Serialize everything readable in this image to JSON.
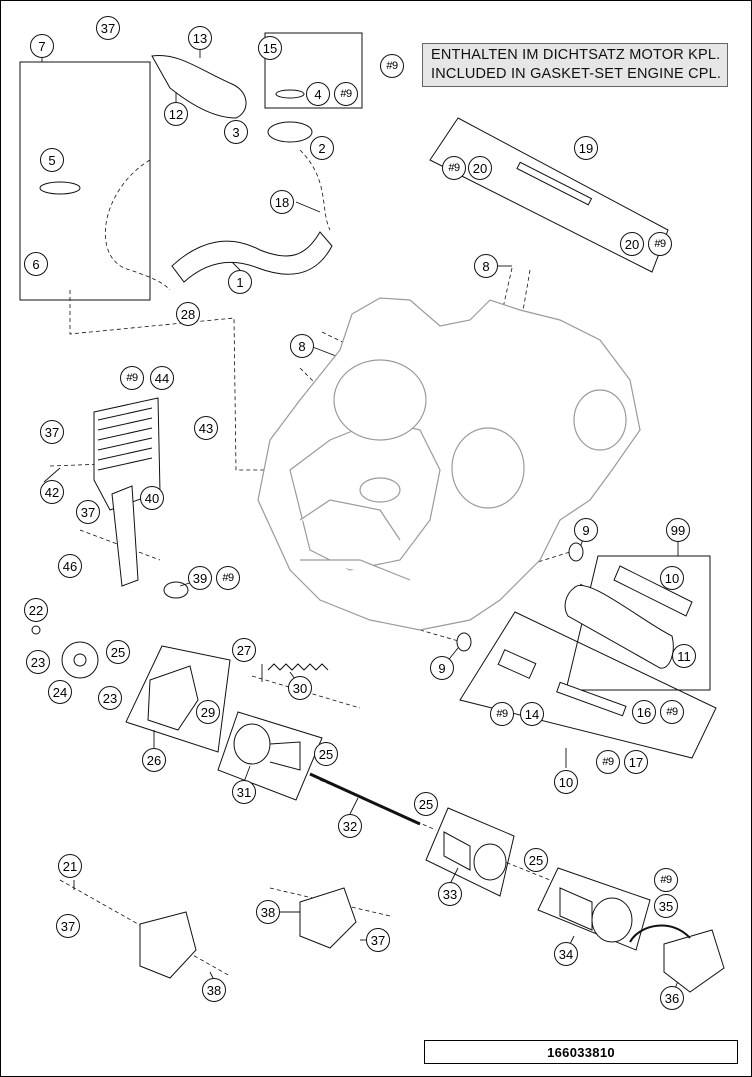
{
  "legend": {
    "ref_label": "#9",
    "line_de": "ENTHALTEN IM DICHTSATZ MOTOR KPL.",
    "line_en": "INCLUDED IN GASKET-SET ENGINE CPL."
  },
  "document_number": "166033810",
  "callouts": [
    "37",
    "13",
    "7",
    "15",
    "12",
    "#9",
    "4",
    "#9",
    "3",
    "2",
    "5",
    "19",
    "#9",
    "20",
    "18",
    "20",
    "#9",
    "6",
    "1",
    "8",
    "28",
    "8",
    "#9",
    "44",
    "43",
    "37",
    "42",
    "40",
    "9",
    "99",
    "37",
    "10",
    "46",
    "39",
    "#9",
    "11",
    "22",
    "27",
    "25",
    "23",
    "30",
    "24",
    "23",
    "29",
    "9",
    "26",
    "#9",
    "14",
    "16",
    "#9",
    "25",
    "#9",
    "17",
    "31",
    "10",
    "32",
    "25",
    "25",
    "21",
    "33",
    "#9",
    "35",
    "38",
    "37",
    "37",
    "34",
    "38",
    "36"
  ],
  "colors": {
    "line": "#111111",
    "part_fill": "#ffffff",
    "engine_outline": "#9a9a9a",
    "legend_bg": "#e6e6e6"
  }
}
